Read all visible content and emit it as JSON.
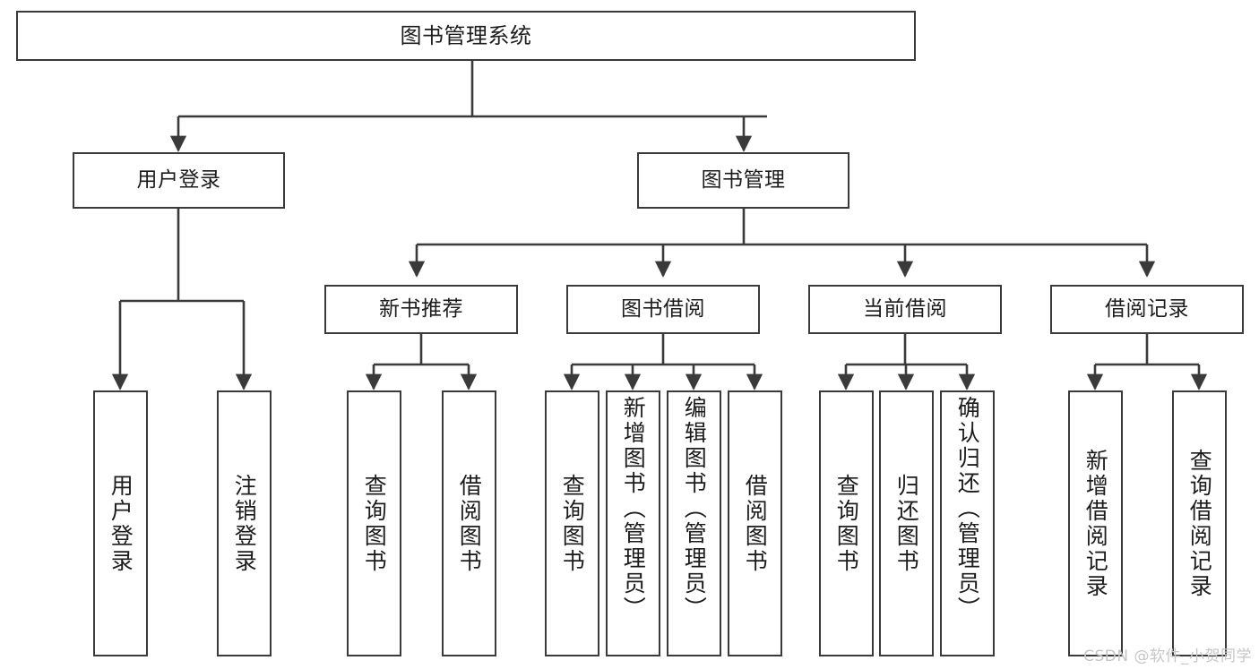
{
  "diagram": {
    "type": "hierarchy-tree",
    "title": "图书管理系统",
    "watermark": "CSDN @软件_小贺同学",
    "colors": {
      "stroke": "#3a3a3a",
      "fill": "#ffffff",
      "text": "#1c1c1c",
      "watermark": "#c6c6c6"
    },
    "nodes": {
      "root": {
        "label": "图书管理系统"
      },
      "level2": [
        {
          "label": "用户登录"
        },
        {
          "label": "图书管理"
        }
      ],
      "level3": [
        {
          "label": "新书推荐"
        },
        {
          "label": "图书借阅"
        },
        {
          "label": "当前借阅"
        },
        {
          "label": "借阅记录"
        }
      ],
      "leaves": {
        "user_login": [
          {
            "label": "用户登录"
          },
          {
            "label": "注销登录"
          }
        ],
        "new_book": [
          {
            "label": "查询图书"
          },
          {
            "label": "借阅图书"
          }
        ],
        "borrow_book": [
          {
            "label": "查询图书"
          },
          {
            "label": "新增图书（管理员）"
          },
          {
            "label": "编辑图书（管理员）"
          },
          {
            "label": "借阅图书"
          }
        ],
        "current_borrow": [
          {
            "label": "查询图书"
          },
          {
            "label": "归还图书"
          },
          {
            "label": "确认归还（管理员）"
          }
        ],
        "borrow_record": [
          {
            "label": "新增借阅记录"
          },
          {
            "label": "查询借阅记录"
          }
        ]
      }
    }
  }
}
